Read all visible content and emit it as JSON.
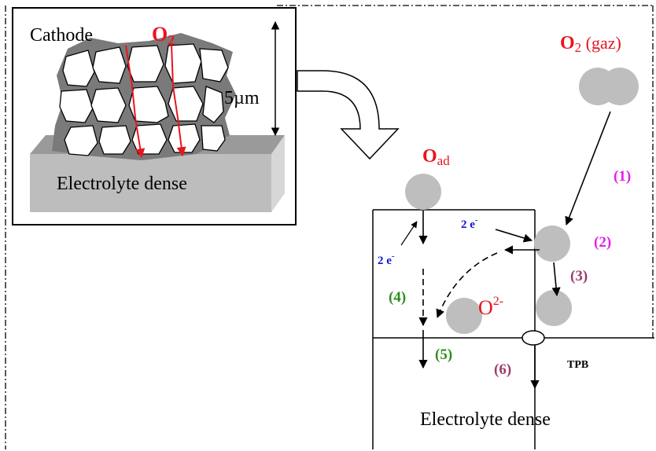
{
  "inset": {
    "cathode_label": "Cathode",
    "o2_letter": "O",
    "o2_sub": "2",
    "thickness_label": "5µm",
    "electrolyte_label": "Electrolyte dense"
  },
  "gas": {
    "o_letter": "O",
    "o_sub": "2",
    "gaz_label": " (gaz)"
  },
  "adsorbed": {
    "o_letter": "O",
    "o_sub": "ad"
  },
  "oxide_ion": {
    "o_letter": "O",
    "charge": "2-"
  },
  "electrons": {
    "upper_num": "2 e",
    "upper_sup": "-",
    "lower_num": "2 e",
    "lower_sup": "-"
  },
  "steps": {
    "s1": "(1)",
    "s2": "(2)",
    "s3": "(3)",
    "s4": "(4)",
    "s5": "(5)",
    "s6": "(6)"
  },
  "tpb_label": "TPB",
  "electrolyte_bottom_label": "Electrolyte dense",
  "colors": {
    "red": "#e8141e",
    "magenta": "#e61ee6",
    "maroon": "#9b3c6e",
    "green": "#2e8b1e",
    "blue": "#1414d2",
    "particle": "#bebebe",
    "cathode_dark": "#7a7a7a",
    "slab_front": "#bdbdbd",
    "slab_top": "#9a9a9a"
  }
}
